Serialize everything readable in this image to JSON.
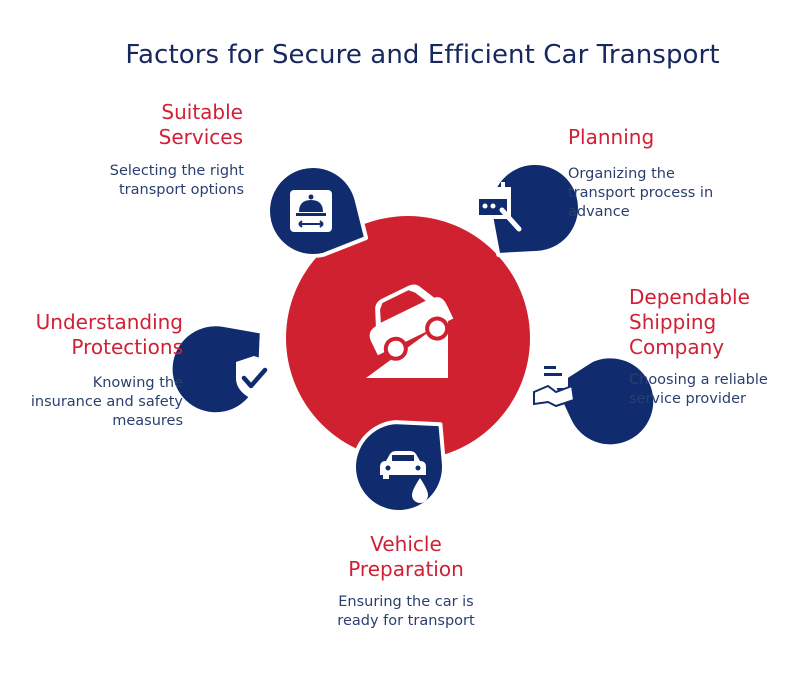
{
  "title": "Factors for Secure and Efficient Car Transport",
  "colors": {
    "navy": "#112c6e",
    "red": "#cf2130",
    "heading": "#d12036",
    "text": "#2a3f70",
    "white": "#ffffff"
  },
  "center_icon": "car-on-slope-icon",
  "factors": [
    {
      "heading_lines": [
        "Suitable",
        "Services"
      ],
      "desc_lines": [
        "Selecting the right",
        "transport options"
      ],
      "icon": "service-bell-icon"
    },
    {
      "heading_lines": [
        "Planning"
      ],
      "desc_lines": [
        "Organizing the",
        "transport process in",
        "advance"
      ],
      "icon": "calendar-edit-icon"
    },
    {
      "heading_lines": [
        "Dependable",
        "Shipping",
        "Company"
      ],
      "desc_lines": [
        "Choosing a reliable",
        "service provider"
      ],
      "icon": "contract-handshake-icon"
    },
    {
      "heading_lines": [
        "Vehicle",
        "Preparation"
      ],
      "desc_lines": [
        "Ensuring the car is",
        "ready for transport"
      ],
      "icon": "car-oil-drop-icon"
    },
    {
      "heading_lines": [
        "Understanding",
        "Protections"
      ],
      "desc_lines": [
        "Knowing the",
        "insurance and safety",
        "measures"
      ],
      "icon": "shield-check-icon"
    }
  ]
}
